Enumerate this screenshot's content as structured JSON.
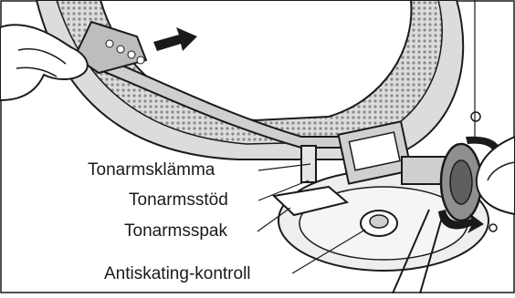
{
  "diagram": {
    "labels": {
      "tonearm_clamp": "Tonarmsklämma",
      "tonearm_rest": "Tonarmsstöd",
      "tonearm_lever": "Tonarmsspak",
      "anti_skating": "Antiskating-kontroll"
    }
  },
  "colors": {
    "background": "#ffffff",
    "line": "#1a1a1a",
    "platter_grey": "#bdbdbd",
    "dot_grey": "#8a8a8a",
    "arm_grey": "#cfcfcf"
  }
}
